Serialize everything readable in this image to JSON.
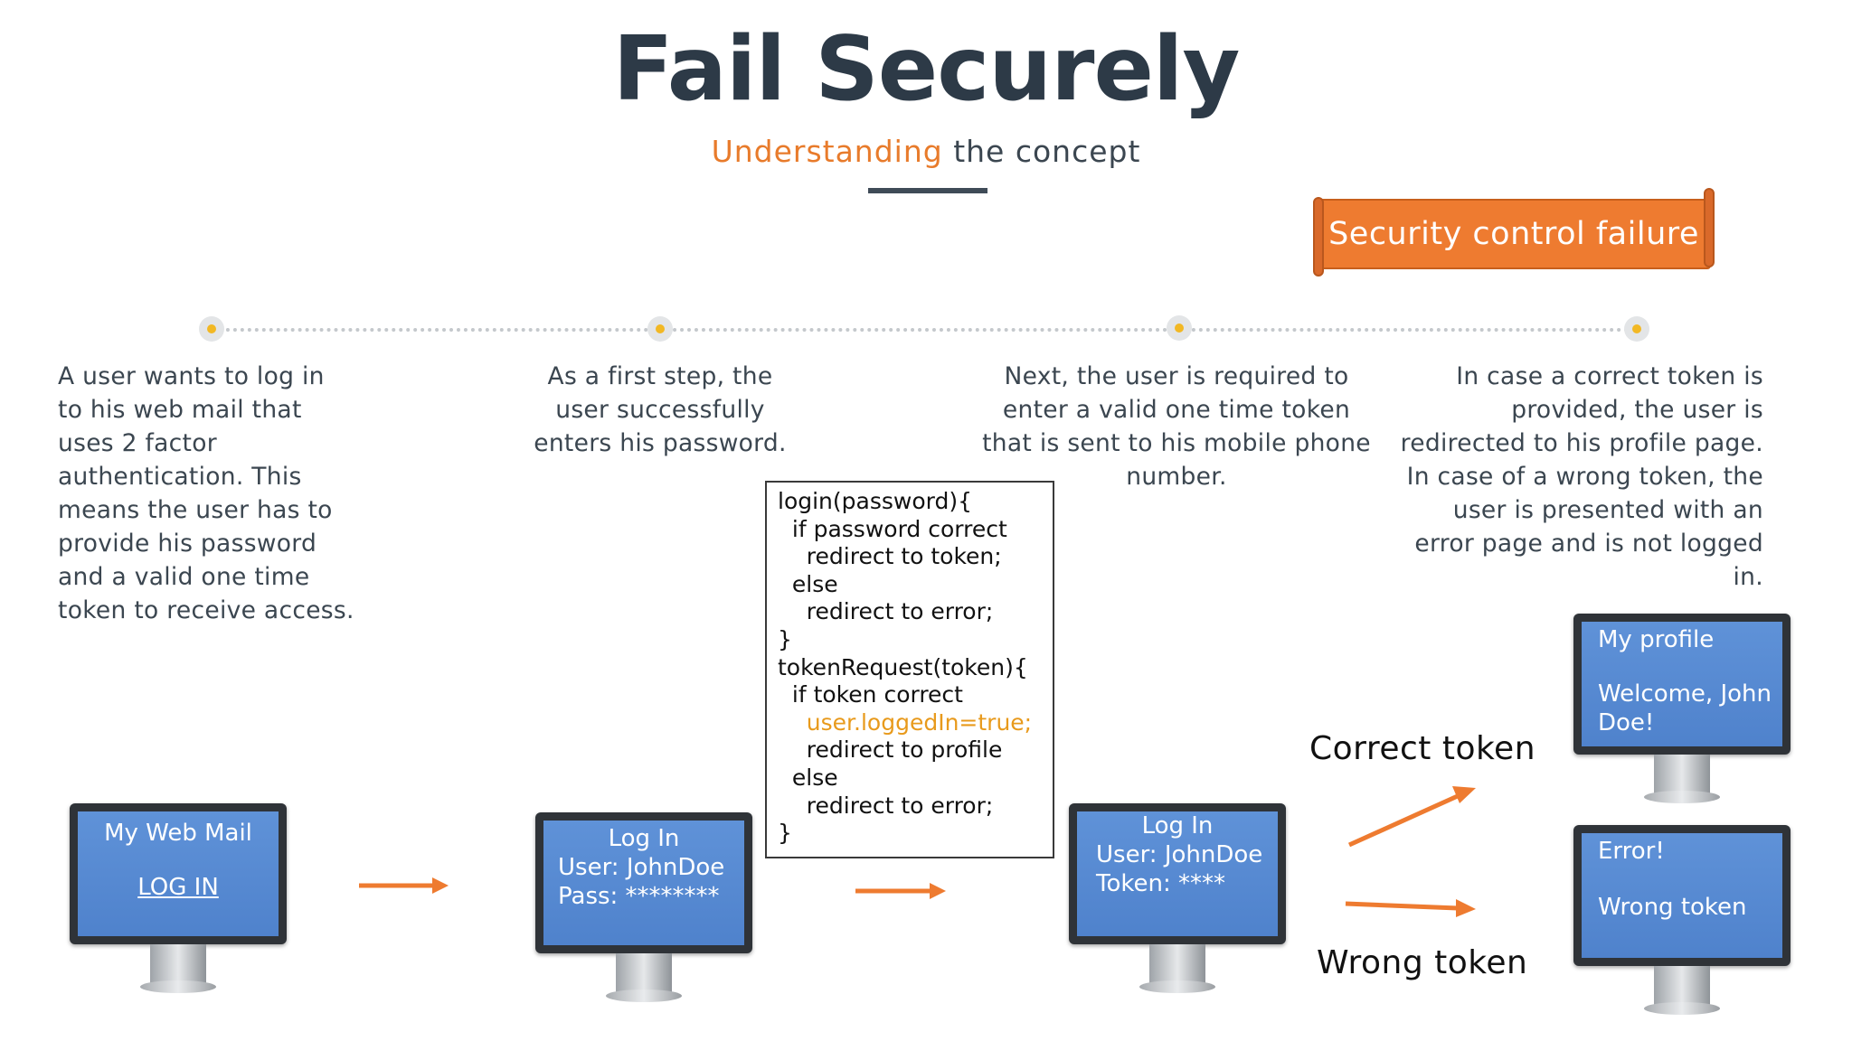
{
  "header": {
    "title": "Fail Securely",
    "subtitle_accent": "Understanding",
    "subtitle_rest": " the concept"
  },
  "banner": {
    "label": "Security control failure"
  },
  "steps": [
    {
      "text": "A user wants to log in to his web mail that uses 2 factor authentication. This means the user has to provide his password and a valid one time token to receive access."
    },
    {
      "text": "As a first step, the user successfully enters his password."
    },
    {
      "text": "Next, the user is required to enter a valid one time token that is sent to his mobile phone number."
    },
    {
      "text": "In case a correct token is provided, the user is redirected to his profile page. In case of a wrong token, the user is presented with an error page and is not logged in."
    }
  ],
  "code": {
    "lines": [
      "login(password){",
      "  if password correct",
      "    redirect to token;",
      "  else",
      "    redirect to error;",
      "}",
      "tokenRequest(token){",
      "  if token correct",
      "    user.loggedIn=true;",
      "    redirect to profile",
      "  else",
      "    redirect to error;",
      "}"
    ]
  },
  "monitors": {
    "webmail": {
      "title": "My Web Mail",
      "link": "LOG IN"
    },
    "password": {
      "title": "Log In",
      "user": "User: JohnDoe",
      "pass": "Pass: ********"
    },
    "token": {
      "title": "Log In",
      "user": "User: JohnDoe",
      "token": "Token: ****"
    },
    "profile": {
      "title": "My profile",
      "line1": "Welcome, John",
      "line2": "Doe!"
    },
    "error": {
      "title": "Error!",
      "message": "Wrong token"
    }
  },
  "routes": {
    "correct": "Correct token",
    "wrong": "Wrong token"
  },
  "colors": {
    "accent": "#ee7b30",
    "title": "#2d3a47",
    "screen": "#5a8dd6",
    "node_dot": "#f2b824",
    "code_highlight": "#e89a1c"
  }
}
